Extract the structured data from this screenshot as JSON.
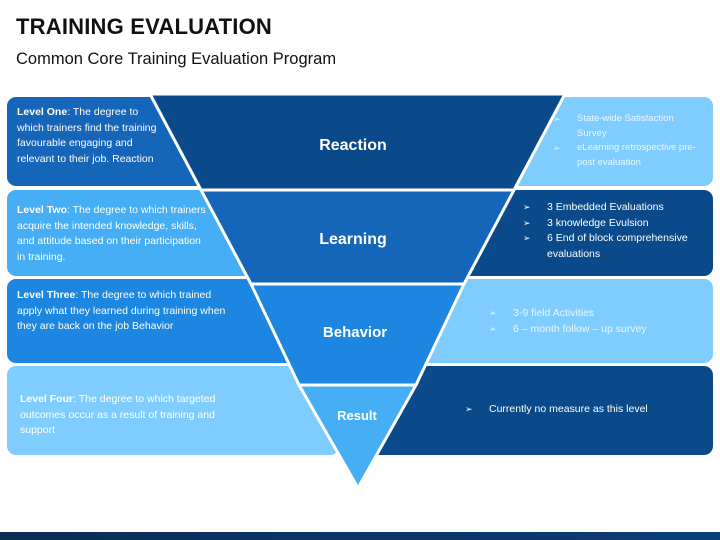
{
  "title": "TRAINING EVALUATION",
  "subtitle": "Common Core Training Evaluation Program",
  "colors": {
    "darkest": "#0b4a8a",
    "dark": "#1565b8",
    "mid": "#1c86e0",
    "light": "#45aef5",
    "lightest": "#7fcdff"
  },
  "levels": [
    {
      "stage": "Reaction",
      "left_title": "Level One",
      "left_desc": ": The degree to which trainers find the training favourable engaging and relevant to their job. Reaction",
      "right_items": [
        "State-wide Satisfaction Survey",
        "eLearning retrospective pre-post evaluation"
      ]
    },
    {
      "stage": "Learning",
      "left_title": "Level Two",
      "left_desc": ": The degree to which trainers acquire the intended knowledge, skills, and attitude based on their participation in training.",
      "right_items": [
        "3 Embedded Evaluations",
        "3 knowledge Evulsion",
        "6 End of block comprehensive evaluations"
      ]
    },
    {
      "stage": "Behavior",
      "left_title": "Level Three",
      "left_desc": ": The degree to which trained apply what they learned during training when they are back on the job Behavior",
      "right_items": [
        "3-9 field Activities",
        "6 – month follow – up survey"
      ]
    },
    {
      "stage": "Result",
      "left_title": "Level Four",
      "left_desc": ": The degree to which targeted outcomes occur as a result of training and support",
      "right_items": [
        "Currently no measure as this level"
      ]
    }
  ]
}
